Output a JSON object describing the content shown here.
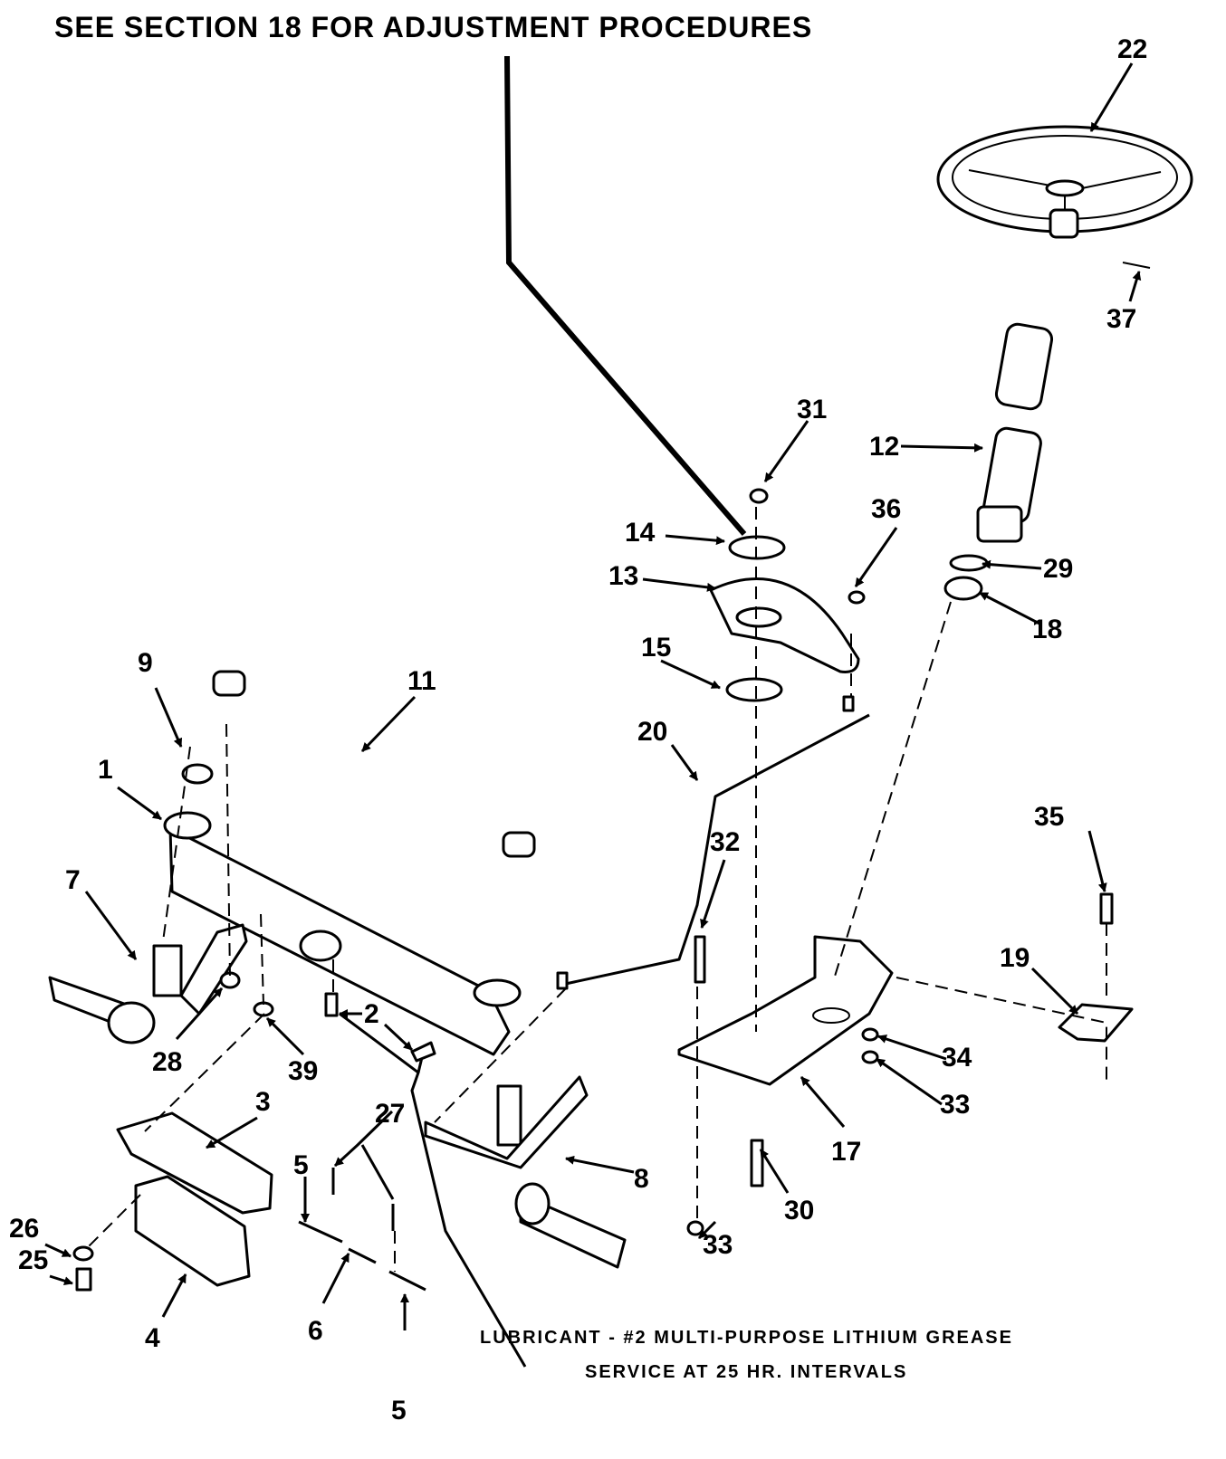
{
  "heading": "SEE SECTION 18 FOR ADJUSTMENT PROCEDURES",
  "lubricant_note": {
    "line1": "LUBRICANT - #2 MULTI-PURPOSE LITHIUM GREASE",
    "line2": "SERVICE AT 25 HR. INTERVALS"
  },
  "callouts": [
    "1",
    "2",
    "3",
    "4",
    "5",
    "5",
    "6",
    "7",
    "8",
    "9",
    "11",
    "12",
    "13",
    "14",
    "15",
    "17",
    "18",
    "19",
    "20",
    "22",
    "25",
    "26",
    "27",
    "28",
    "29",
    "30",
    "31",
    "32",
    "33",
    "33",
    "34",
    "35",
    "36",
    "37",
    "39"
  ]
}
